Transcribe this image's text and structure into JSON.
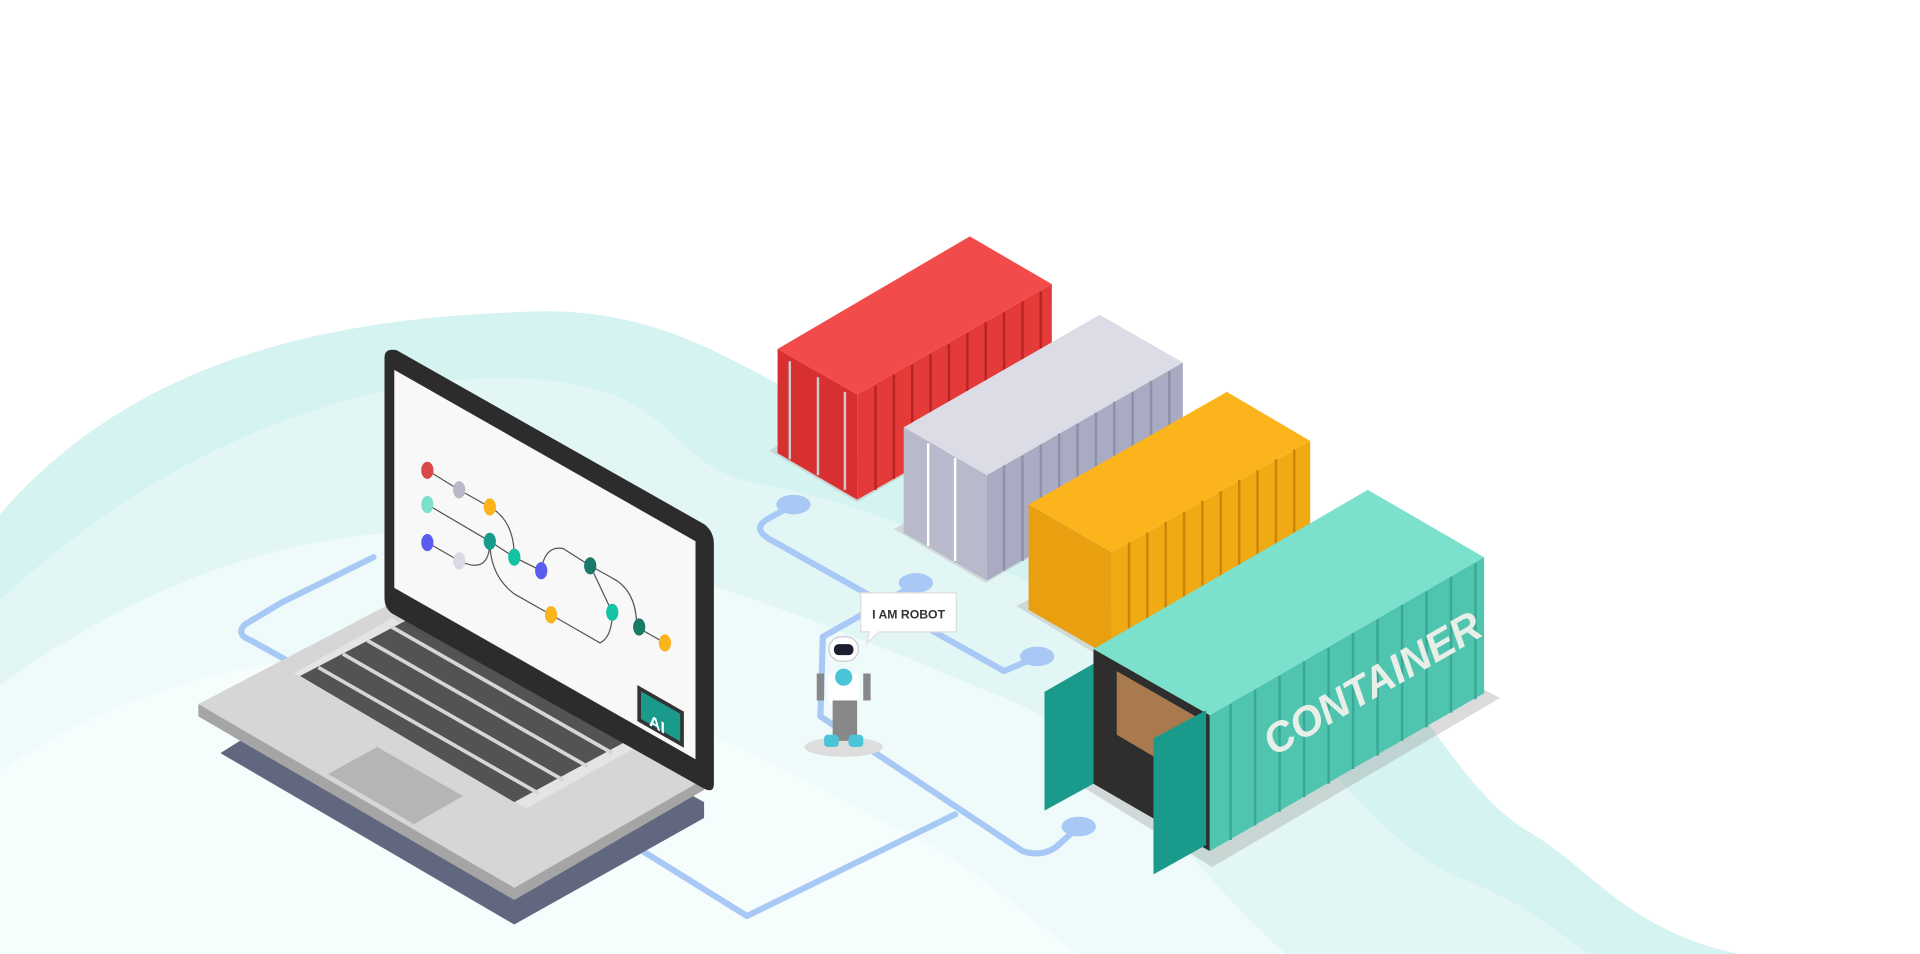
{
  "illustration": {
    "speech_bubble": "I AM ROBOT",
    "container_label": "CONTAINER",
    "chip_label": "AI"
  },
  "colors": {
    "wave_dark": "#d5f3f1",
    "wave_light": "#e6f8f7",
    "path": "#a8c8f5",
    "red": "#f24b4b",
    "grey": "#d9dae6",
    "yellow": "#fbb41c",
    "teal": "#7be0cc",
    "teal_dark": "#1a9a8a"
  }
}
